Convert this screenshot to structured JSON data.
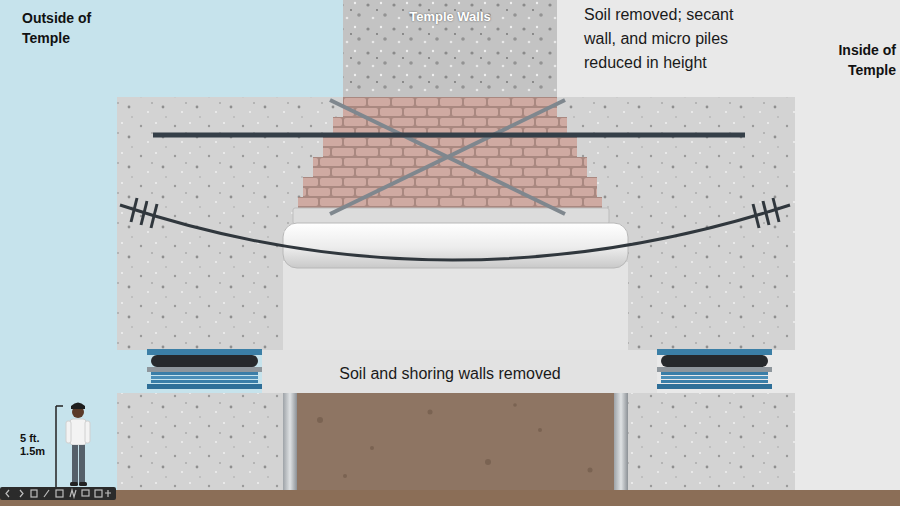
{
  "diagram": {
    "nodes": [
      {
        "text": [
          "Temple Walls"
        ]
      }
    ],
    "labels": [
      "Outside of Temple",
      "Inside of Temple",
      "Soil removed; secant wall, and micro piles reduced in height",
      "Soil and shoring walls removed",
      "5 ft. 1.5m"
    ]
  }
}
